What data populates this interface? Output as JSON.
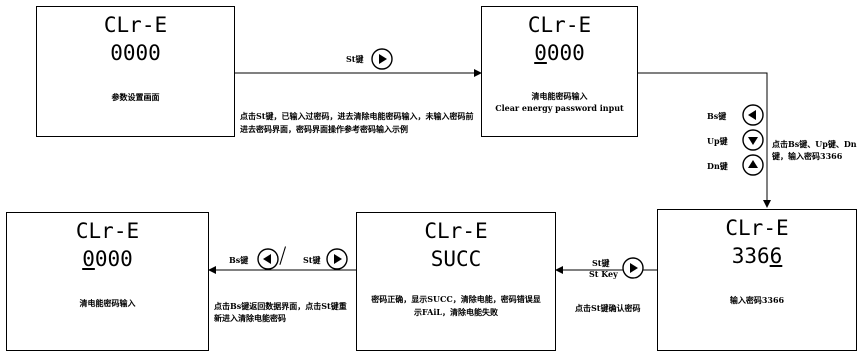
{
  "boxes": {
    "param": {
      "line1": "CLr-E",
      "line2": "0000",
      "caption": "参数设置画面"
    },
    "clear_top": {
      "line1": "CLr-E",
      "line2_first": "0",
      "line2_rest": "000",
      "caption_cn": "清电能密码输入",
      "caption_en": "Clear energy password input"
    },
    "pwd_3366": {
      "line1": "CLr-E",
      "line2_rest": "336",
      "line2_last": "6",
      "caption": "输入密码3366"
    },
    "succ": {
      "line1": "CLr-E",
      "line2": "SUCC",
      "caption": "密码正确，显示SUCC，清除电能，密码错误显示FAiL，清除电能失败"
    },
    "clear_bottom": {
      "line1": "CLr-E",
      "line2_first": "0",
      "line2_rest": "000",
      "caption": "清电能密码输入"
    }
  },
  "labels": {
    "st_top": "St键",
    "note_top": "点击St键，已输入过密码，进去清除电能密码输入，未输入密码前进去密码界面，密码界面操作参考密码输入示例",
    "bs": "Bs键",
    "up": "Up键",
    "dn": "Dn键",
    "note_right": "点击Bs键、Up键、Dn键，输入密码3366",
    "st_key_cn": "St键",
    "st_key_en": "St Key",
    "note_confirm": "点击St键确认密码",
    "bs_bottom": "Bs键",
    "slash": "/",
    "st_bottom": "St键",
    "note_bottom": "点击Bs键返回数据界面，点击St键重新进入清除电能密码"
  },
  "icons": {
    "st_top": "play-right-icon",
    "bs": "play-left-icon",
    "up": "triangle-down-icon",
    "dn": "triangle-up-icon",
    "st_right": "play-right-icon",
    "bs_bottom": "play-left-icon",
    "st_bottom": "play-right-icon"
  }
}
